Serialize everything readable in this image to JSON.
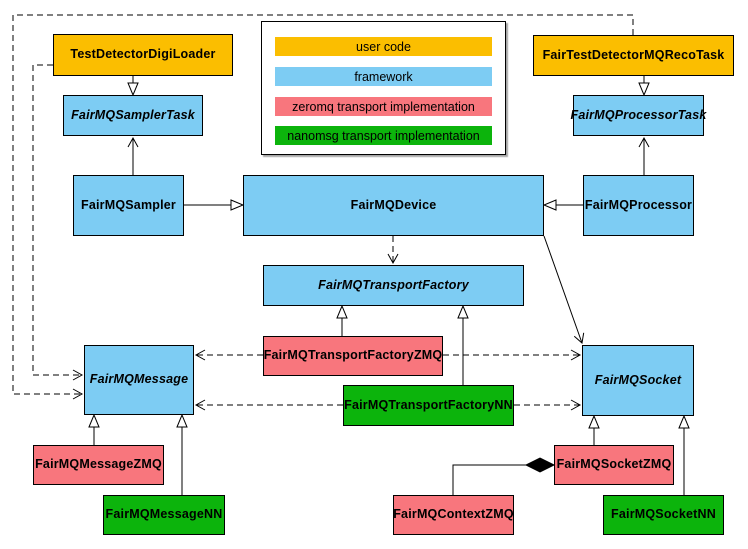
{
  "legend": {
    "items": [
      {
        "label": "user code",
        "color": "#FBBE00"
      },
      {
        "label": "framework",
        "color": "#7DCCF3"
      },
      {
        "label": "zeromq transport implementation",
        "color": "#F8767D"
      },
      {
        "label": "nanomsg transport implementation",
        "color": "#0CB40C"
      }
    ]
  },
  "nodes": {
    "TestDetectorDigiLoader": {
      "label": "TestDetectorDigiLoader",
      "category": "user code",
      "abstract": false,
      "color": "#FBBE00"
    },
    "FairMQSamplerTask": {
      "label": "FairMQSamplerTask",
      "category": "framework",
      "abstract": true,
      "color": "#7DCCF3"
    },
    "FairTestDetectorMQRecoTask": {
      "label": "FairTestDetectorMQRecoTask",
      "category": "user code",
      "abstract": false,
      "color": "#FBBE00"
    },
    "FairMQProcessorTask": {
      "label": "FairMQProcessorTask",
      "category": "framework",
      "abstract": true,
      "color": "#7DCCF3"
    },
    "FairMQSampler": {
      "label": "FairMQSampler",
      "category": "framework",
      "abstract": false,
      "color": "#7DCCF3"
    },
    "FairMQDevice": {
      "label": "FairMQDevice",
      "category": "framework",
      "abstract": false,
      "color": "#7DCCF3"
    },
    "FairMQProcessor": {
      "label": "FairMQProcessor",
      "category": "framework",
      "abstract": false,
      "color": "#7DCCF3"
    },
    "FairMQTransportFactory": {
      "label": "FairMQTransportFactory",
      "category": "framework",
      "abstract": true,
      "color": "#7DCCF3"
    },
    "FairMQTransportFactoryZMQ": {
      "label": "FairMQTransportFactoryZMQ",
      "category": "zeromq transport implementation",
      "abstract": false,
      "color": "#F8767D"
    },
    "FairMQTransportFactoryNN": {
      "label": "FairMQTransportFactoryNN",
      "category": "nanomsg transport implementation",
      "abstract": false,
      "color": "#0CB40C"
    },
    "FairMQMessage": {
      "label": "FairMQMessage",
      "category": "framework",
      "abstract": true,
      "color": "#7DCCF3"
    },
    "FairMQSocket": {
      "label": "FairMQSocket",
      "category": "framework",
      "abstract": true,
      "color": "#7DCCF3"
    },
    "FairMQMessageZMQ": {
      "label": "FairMQMessageZMQ",
      "category": "zeromq transport implementation",
      "abstract": false,
      "color": "#F8767D"
    },
    "FairMQMessageNN": {
      "label": "FairMQMessageNN",
      "category": "nanomsg transport implementation",
      "abstract": false,
      "color": "#0CB40C"
    },
    "FairMQSocketZMQ": {
      "label": "FairMQSocketZMQ",
      "category": "zeromq transport implementation",
      "abstract": false,
      "color": "#F8767D"
    },
    "FairMQContextZMQ": {
      "label": "FairMQContextZMQ",
      "category": "zeromq transport implementation",
      "abstract": false,
      "color": "#F8767D"
    },
    "FairMQSocketNN": {
      "label": "FairMQSocketNN",
      "category": "nanomsg transport implementation",
      "abstract": false,
      "color": "#0CB40C"
    }
  },
  "edges": [
    {
      "from": "TestDetectorDigiLoader",
      "to": "FairMQSamplerTask",
      "type": "generalization",
      "line": "solid",
      "head": "hollow-triangle"
    },
    {
      "from": "FairTestDetectorMQRecoTask",
      "to": "FairMQProcessorTask",
      "type": "generalization",
      "line": "solid",
      "head": "hollow-triangle"
    },
    {
      "from": "FairMQSampler",
      "to": "FairMQSamplerTask",
      "type": "association",
      "line": "solid",
      "head": "open-arrow"
    },
    {
      "from": "FairMQProcessor",
      "to": "FairMQProcessorTask",
      "type": "association",
      "line": "solid",
      "head": "open-arrow"
    },
    {
      "from": "FairMQSampler",
      "to": "FairMQDevice",
      "type": "generalization",
      "line": "solid",
      "head": "hollow-triangle"
    },
    {
      "from": "FairMQProcessor",
      "to": "FairMQDevice",
      "type": "generalization",
      "line": "solid",
      "head": "hollow-triangle"
    },
    {
      "from": "FairMQDevice",
      "to": "FairMQTransportFactory",
      "type": "dependency",
      "line": "dashed",
      "head": "open-arrow"
    },
    {
      "from": "FairMQDevice",
      "to": "FairMQSocket",
      "type": "association",
      "line": "solid",
      "head": "open-arrow"
    },
    {
      "from": "FairMQTransportFactoryZMQ",
      "to": "FairMQTransportFactory",
      "type": "generalization",
      "line": "solid",
      "head": "hollow-triangle"
    },
    {
      "from": "FairMQTransportFactoryNN",
      "to": "FairMQTransportFactory",
      "type": "generalization",
      "line": "solid",
      "head": "hollow-triangle"
    },
    {
      "from": "FairMQTransportFactoryZMQ",
      "to": "FairMQMessage",
      "type": "dependency",
      "line": "dashed",
      "head": "open-arrow"
    },
    {
      "from": "FairMQTransportFactoryZMQ",
      "to": "FairMQSocket",
      "type": "dependency",
      "line": "dashed",
      "head": "open-arrow"
    },
    {
      "from": "FairMQTransportFactoryNN",
      "to": "FairMQMessage",
      "type": "dependency",
      "line": "dashed",
      "head": "open-arrow"
    },
    {
      "from": "FairMQTransportFactoryNN",
      "to": "FairMQSocket",
      "type": "dependency",
      "line": "dashed",
      "head": "open-arrow"
    },
    {
      "from": "TestDetectorDigiLoader",
      "to": "FairMQMessage",
      "type": "dependency",
      "line": "dashed",
      "head": "open-arrow"
    },
    {
      "from": "FairTestDetectorMQRecoTask",
      "to": "FairMQMessage",
      "type": "dependency",
      "line": "dashed",
      "head": "open-arrow"
    },
    {
      "from": "FairMQMessageZMQ",
      "to": "FairMQMessage",
      "type": "generalization",
      "line": "solid",
      "head": "hollow-triangle"
    },
    {
      "from": "FairMQMessageNN",
      "to": "FairMQMessage",
      "type": "generalization",
      "line": "solid",
      "head": "hollow-triangle"
    },
    {
      "from": "FairMQSocketZMQ",
      "to": "FairMQSocket",
      "type": "generalization",
      "line": "solid",
      "head": "hollow-triangle"
    },
    {
      "from": "FairMQSocketNN",
      "to": "FairMQSocket",
      "type": "generalization",
      "line": "solid",
      "head": "hollow-triangle"
    },
    {
      "from": "FairMQContextZMQ",
      "to": "FairMQSocketZMQ",
      "type": "composition",
      "line": "solid",
      "head": "filled-diamond"
    }
  ],
  "colors": {
    "line": "#000000",
    "background": "#FFFFFF",
    "text": "#000000"
  }
}
